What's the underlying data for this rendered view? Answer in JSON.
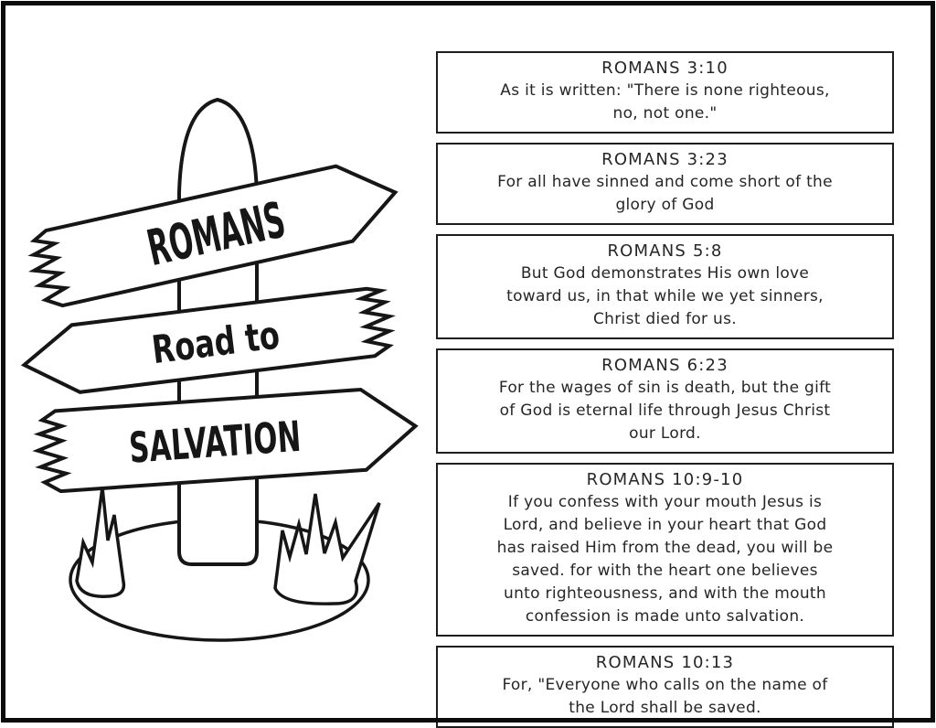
{
  "page": {
    "background": "#ffffff",
    "frame_color": "#0b0b0b",
    "ink_color": "#1d1d1d"
  },
  "illustration": {
    "name": "road-to-salvation-signpost",
    "signs": [
      {
        "label": "ROMANS",
        "direction": "right"
      },
      {
        "label": "Road to",
        "direction": "left"
      },
      {
        "label": "SALVATION",
        "direction": "right"
      }
    ]
  },
  "verses": [
    {
      "reference": "ROMANS 3:10",
      "text": "As it is written: \"There is none righteous,\nno, not one.\""
    },
    {
      "reference": "ROMANS 3:23",
      "text": "For all have sinned and come short of the\nglory of God"
    },
    {
      "reference": "ROMANS 5:8",
      "text": "But God demonstrates His own love\ntoward us, in that while we yet sinners,\nChrist died for us."
    },
    {
      "reference": "ROMANS 6:23",
      "text": "For the wages of sin is death, but the gift\nof God is eternal life through Jesus Christ\nour Lord."
    },
    {
      "reference": "ROMANS 10:9-10",
      "text": "If you confess with your mouth Jesus is\nLord, and believe in your heart that God\nhas raised Him from the dead, you will be\nsaved. for with the heart one believes\nunto righteousness, and with the mouth\nconfession is made unto salvation."
    },
    {
      "reference": "ROMANS 10:13",
      "text": "For, \"Everyone who calls on the name of\nthe Lord shall be saved."
    }
  ]
}
